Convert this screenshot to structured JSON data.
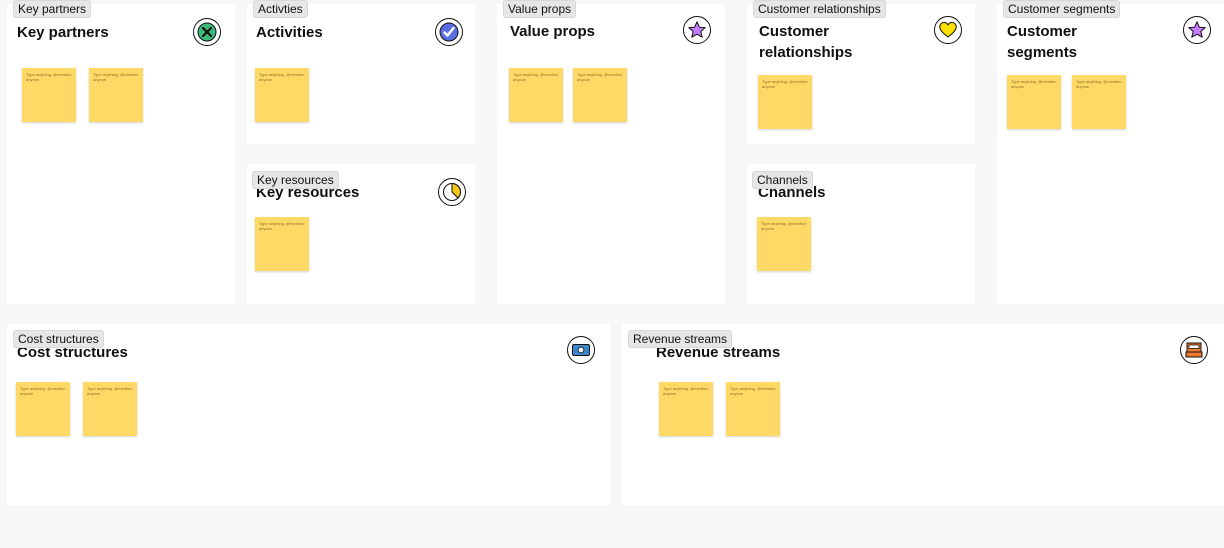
{
  "sticky_placeholder": "Type anything, @mention anyone",
  "sections": {
    "key_partners": {
      "tag": "Key partners",
      "title": "Key partners",
      "icon": "x-icon"
    },
    "activities": {
      "tag": "Activties",
      "title": "Activities",
      "icon": "check-icon"
    },
    "key_resources": {
      "tag": "Key resources",
      "title": "Key resources",
      "icon": "pie-icon"
    },
    "value_props": {
      "tag": "Value props",
      "title": "Value props",
      "icon": "star-icon"
    },
    "customer_relationships": {
      "tag": "Customer relationships",
      "title": "Customer relationships",
      "icon": "heart-icon"
    },
    "channels": {
      "tag": "Channels",
      "title": "Channels",
      "icon": ""
    },
    "customer_segments": {
      "tag": "Customer segments",
      "title": "Customer segments",
      "icon": "star-icon"
    },
    "cost_structures": {
      "tag": "Cost structures",
      "title": "Cost structures",
      "icon": "money-icon"
    },
    "revenue_streams": {
      "tag": "Revenue streams",
      "title": "Revenue streams",
      "icon": "register-icon"
    }
  },
  "colors": {
    "sticky": "#ffd966",
    "x_icon": "#3cb878",
    "check_icon": "#5b6ee1",
    "star_icon": "#c77dff",
    "heart_icon": "#ffe100",
    "pie_icon": "#f5c518",
    "money_icon": "#3a86c8",
    "register_icon": "#f07b2c"
  }
}
